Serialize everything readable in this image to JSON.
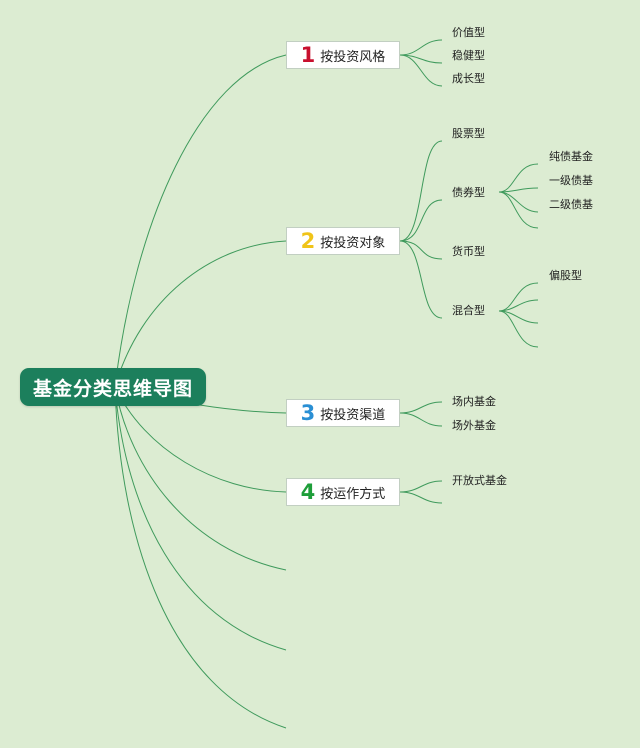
{
  "root": {
    "label": "基金分类思维导图"
  },
  "branches": [
    {
      "number": "1",
      "number_color": "#c8102e",
      "label": "按投资风格",
      "children": [
        "价值型",
        "稳健型",
        "成长型"
      ]
    },
    {
      "number": "2",
      "number_color": "#f0c419",
      "label": "按投资对象",
      "children": [
        "股票型",
        "债券型",
        "货币型",
        "混合型"
      ],
      "bond_children": [
        "纯债基金",
        "一级债基",
        "二级债基"
      ],
      "mixed_children": [
        "偏股型"
      ]
    },
    {
      "number": "3",
      "number_color": "#2a8fd4",
      "label": "按投资渠道",
      "children": [
        "场内基金",
        "场外基金"
      ]
    },
    {
      "number": "4",
      "number_color": "#1e9e3a",
      "label": "按运作方式",
      "children": [
        "开放式基金"
      ]
    }
  ],
  "colors": {
    "background": "#dcecd2",
    "root": "#1c7f5c",
    "line": "#3f9a5c"
  }
}
